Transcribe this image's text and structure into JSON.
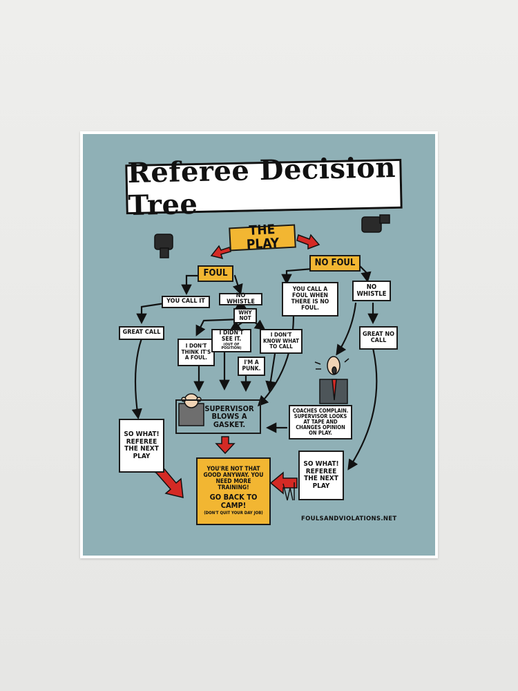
{
  "title": "Referee Decision Tree",
  "nodes": {
    "the_play": "The Play",
    "foul": "Foul",
    "no_foul": "No Foul",
    "you_call_it": "You call it",
    "no_whistle_left": "No whistle",
    "why_not": "Why not",
    "you_call_a_foul": "You call a foul when there is no foul.",
    "no_whistle_right": "No whistle",
    "great_call": "Great call",
    "dont_think": "I don't think it's a foul.",
    "didnt_see": "I didn't see it.",
    "didnt_see_note": "(out of position)",
    "dont_know": "I don't know what to call",
    "im_a_punk": "I'm a punk.",
    "great_no_call": "Great no call",
    "supervisor": "Supervisor blows a gasket.",
    "coaches": "Coaches complain. Supervisor looks at tape and changes opinion on play.",
    "so_what_left": "So what! Referee the next play",
    "so_what_right": "So what! Referee the next play",
    "final_main": "You're not that good anyway. You need more training!",
    "final_camp": "Go back to camp!",
    "final_note": "(Don't quit your day job)"
  },
  "website": "foulsandviolations.net",
  "colors": {
    "background": "#8fb0b6",
    "highlight": "#f2b632",
    "arrow_red": "#d42a25"
  }
}
